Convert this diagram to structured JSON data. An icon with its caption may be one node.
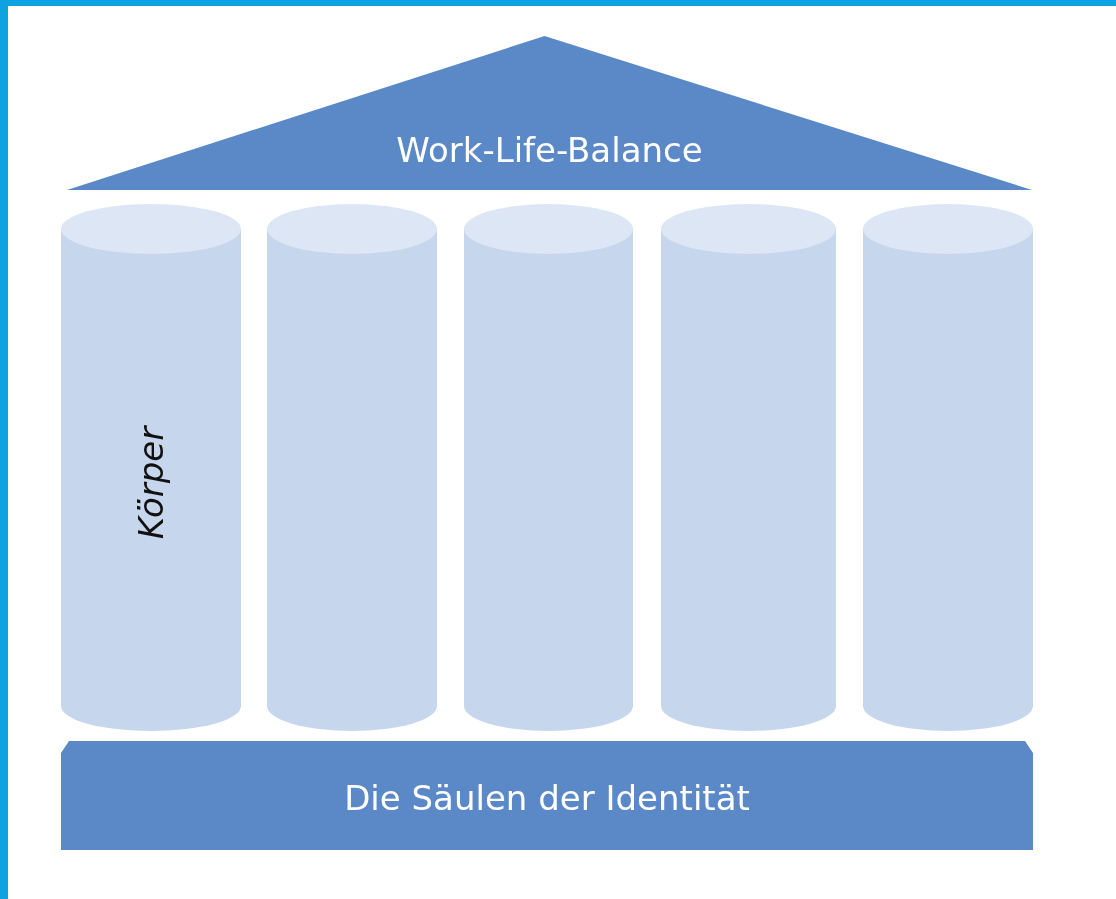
{
  "diagram": {
    "nodes": [
      {
        "text": [
          "Work-Life-Balance"
        ]
      },
      {
        "text": [
          "Körper"
        ]
      },
      {
        "text": [],
        "shape": "cylinder"
      },
      {
        "text": [],
        "shape": "cylinder"
      },
      {
        "text": [],
        "shape": "cylinder"
      },
      {
        "text": [],
        "shape": "cylinder"
      },
      {
        "text": [
          "Die Säulen der Identität"
        ]
      }
    ]
  }
}
